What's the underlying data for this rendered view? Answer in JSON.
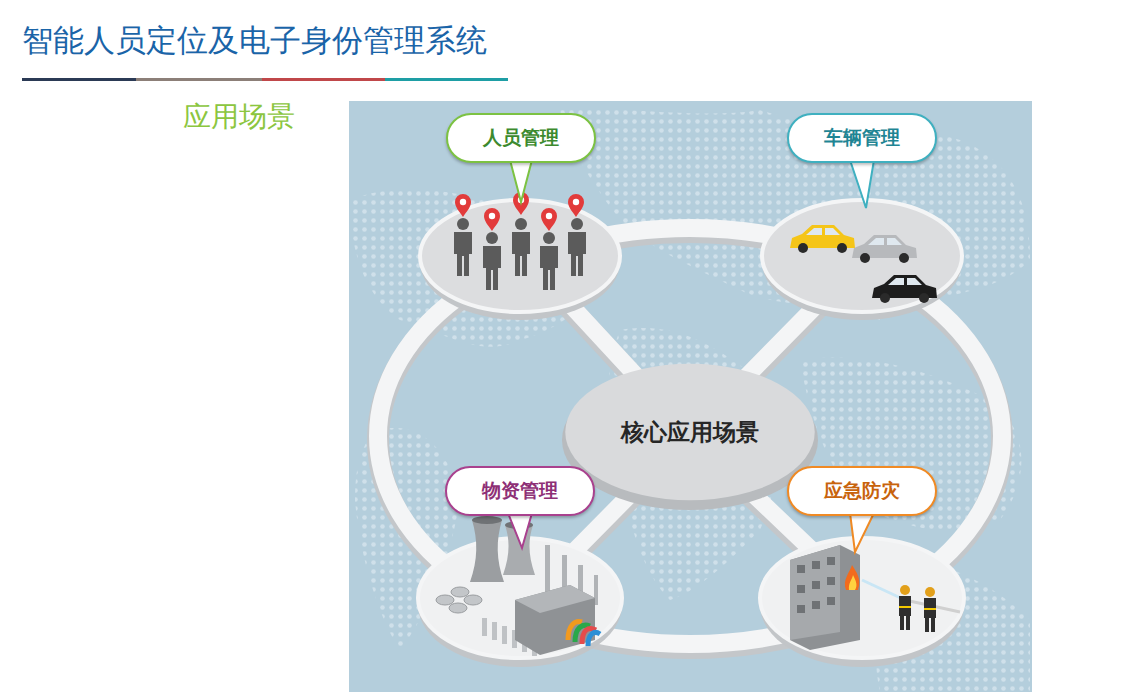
{
  "diagram": {
    "title": "智能人员定位及电子身份管理系统",
    "nodes": [
      {
        "text": [
          "人员管理"
        ]
      },
      {
        "text": [
          "车辆管理"
        ]
      },
      {
        "text": [
          "核心应用场景"
        ]
      },
      {
        "text": [
          "物资管理"
        ]
      },
      {
        "text": [
          "应急防灾"
        ]
      }
    ],
    "labels": [
      "应用场景"
    ]
  }
}
